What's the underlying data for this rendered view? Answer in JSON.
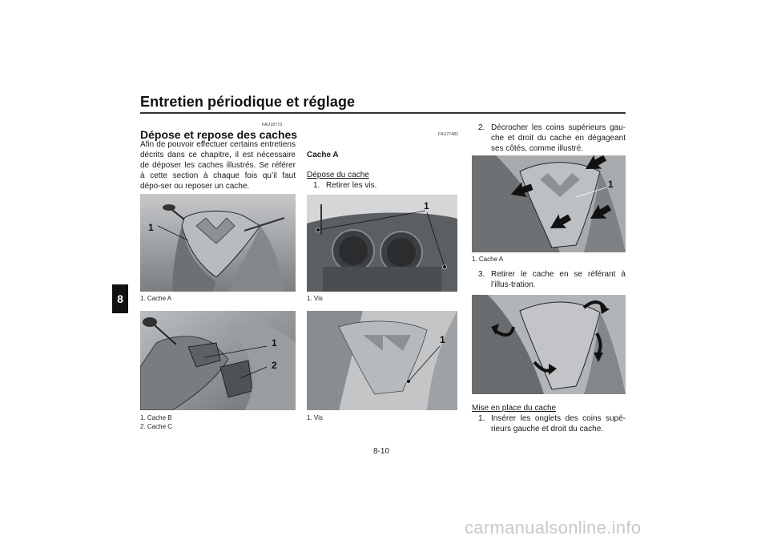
{
  "header": {
    "title": "Entretien périodique et réglage",
    "chapter_tab": "8"
  },
  "left": {
    "code": "FAU18773",
    "title": "Dépose et repose des caches",
    "intro": "Afin de pouvoir effectuer certains entretiens décrits dans ce chapitre, il est nécessaire de déposer les caches illustrés. Se référer à cette section à chaque fois qu’il faut dépo-ser ou reposer un cache.",
    "fig1": {
      "callouts": [
        "1"
      ],
      "captions": [
        "1.  Cache A"
      ]
    },
    "fig2": {
      "callouts": [
        "1",
        "2"
      ],
      "captions": [
        "1.  Cache B",
        "2.  Cache C"
      ]
    }
  },
  "middle": {
    "code": "FAU77482",
    "heading": "Cache A",
    "subheading": "Dépose du cache",
    "step1": {
      "num": "1.",
      "text": "Retirer les vis."
    },
    "fig3": {
      "callouts": [
        "1"
      ],
      "captions": [
        "1.  Vis"
      ]
    },
    "fig4": {
      "callouts": [
        "1"
      ],
      "captions": [
        "1.  Vis"
      ]
    }
  },
  "right": {
    "step2": {
      "num": "2.",
      "text": "Décrocher les coins supérieurs gau-che et droit du cache en dégageant ses côtés, comme illustré."
    },
    "fig5": {
      "callouts": [
        "1"
      ],
      "captions": [
        "1.  Cache A"
      ]
    },
    "step3": {
      "num": "3.",
      "text": "Retirer le cache en se référant à l’illus-tration."
    },
    "subheading": "Mise en place du cache",
    "install_step1": {
      "num": "1.",
      "text": "Insérer les onglets des coins supé-rieurs gauche et droit du cache."
    }
  },
  "footer": {
    "page_number": "8-10",
    "watermark": "carmanualsonline.info"
  }
}
